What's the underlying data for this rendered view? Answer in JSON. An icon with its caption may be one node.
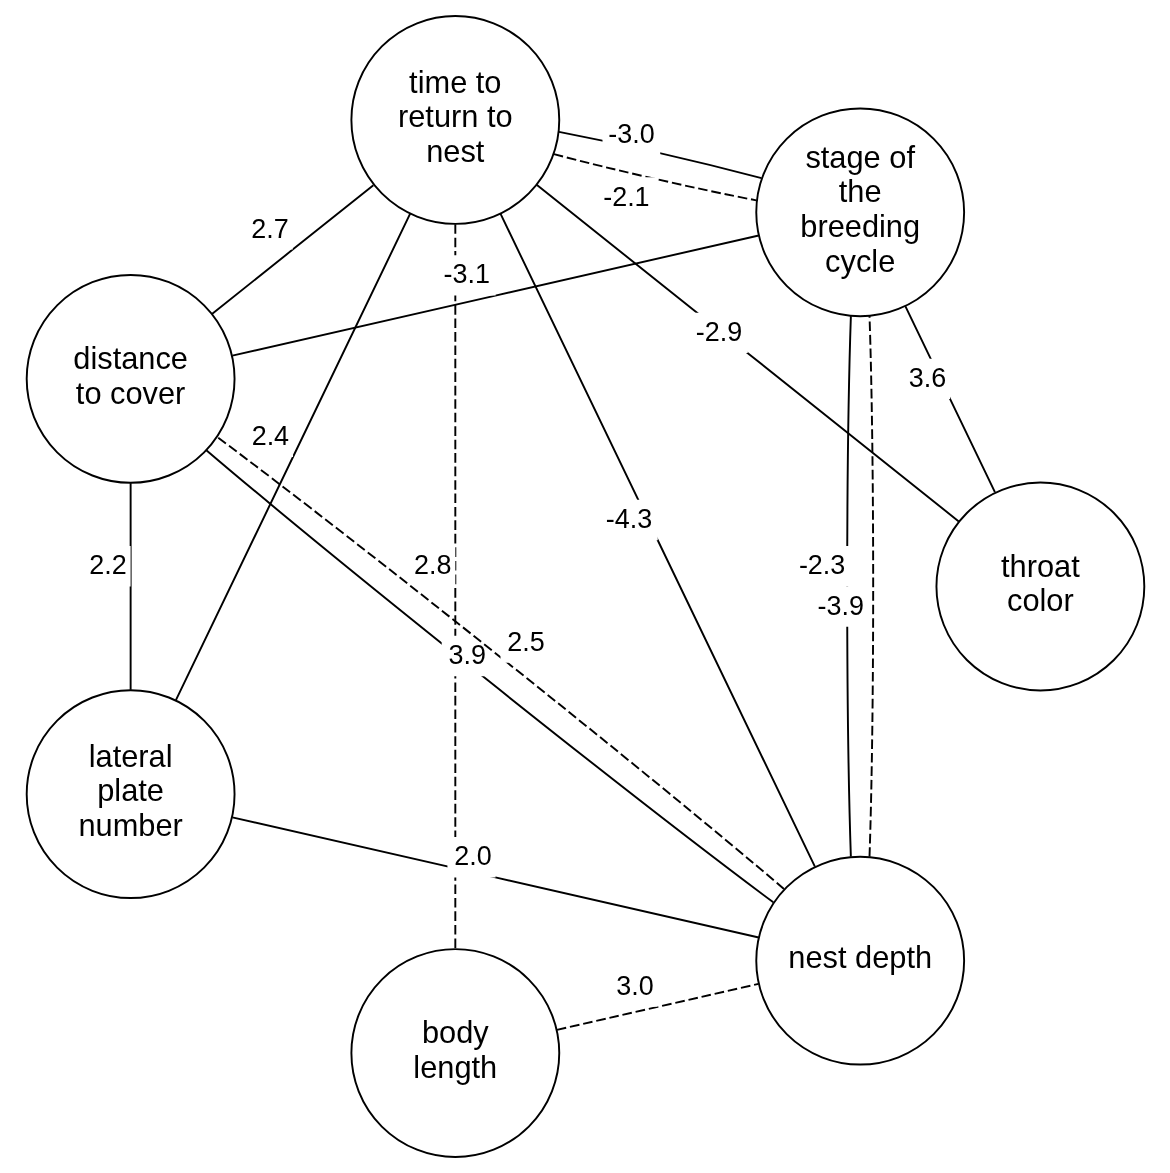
{
  "diagram": {
    "nodes": [
      {
        "text": [
          "time to return to nest"
        ]
      },
      {
        "text": [
          "body length"
        ]
      },
      {
        "text": [
          "throat color"
        ]
      },
      {
        "text": [
          "nest depth"
        ]
      },
      {
        "text": [
          "stage of the breeding cycle"
        ]
      },
      {
        "text": [
          "lateral plate number"
        ]
      },
      {
        "text": [
          "distance to cover"
        ]
      }
    ],
    "edges": [
      {
        "from": 0,
        "to": 1,
        "arrow": "none",
        "label": "2.8",
        "style": "dashed"
      },
      {
        "from": 1,
        "to": 3,
        "arrow": "none",
        "label": "3.0",
        "style": "dashed"
      },
      {
        "from": 0,
        "to": 2,
        "arrow": "none",
        "label": "-2.9"
      },
      {
        "from": 0,
        "to": 3,
        "arrow": "none",
        "label": "-4.3"
      },
      {
        "from": 0,
        "to": 4,
        "arrow": "none",
        "label": "-3.0"
      },
      {
        "from": 0,
        "to": 4,
        "arrow": "none",
        "label": "-2.1",
        "style": "dashed"
      },
      {
        "from": 0,
        "to": 6,
        "arrow": "none",
        "label": "2.7"
      },
      {
        "from": 0,
        "to": 5,
        "arrow": "none",
        "label": "2.4"
      },
      {
        "from": 2,
        "to": 4,
        "arrow": "none",
        "label": "3.6"
      },
      {
        "from": 3,
        "to": 4,
        "arrow": "none",
        "label": "-2.3"
      },
      {
        "from": 3,
        "to": 4,
        "arrow": "none",
        "label": "-3.9",
        "style": "dashed"
      },
      {
        "from": 3,
        "to": 5,
        "arrow": "none",
        "label": "2.0"
      },
      {
        "from": 3,
        "to": 6,
        "arrow": "none",
        "label": "3.9"
      },
      {
        "from": 3,
        "to": 6,
        "arrow": "none",
        "label": "2.5",
        "style": "dashed"
      },
      {
        "from": 4,
        "to": 6,
        "arrow": "none",
        "label": "-3.1"
      },
      {
        "from": 6,
        "to": 5,
        "arrow": "none",
        "label": "2.2"
      }
    ]
  }
}
